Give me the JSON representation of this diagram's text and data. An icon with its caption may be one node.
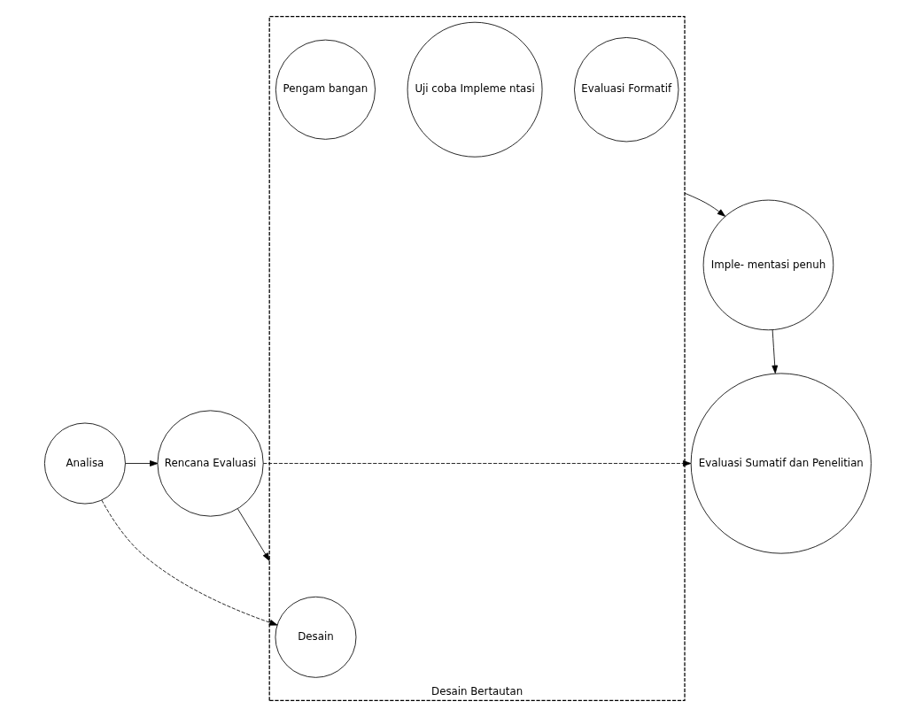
{
  "diagram": {
    "nodes": [
      {
        "text": [
          "Analisa"
        ]
      },
      {
        "text": [
          "Rencana Evaluasi"
        ]
      },
      {
        "text": [
          "Evaluasi Sumatif dan Penelitian"
        ]
      },
      {
        "text": [
          "Desain Bertautan"
        ]
      },
      {
        "text": [
          "Desain"
        ],
        "in": 3
      },
      {
        "text": [
          "Evaluasi Formatif"
        ],
        "in": 3
      },
      {
        "text": [
          "Uji coba Impleme ntasi"
        ],
        "in": 3
      },
      {
        "text": [
          "Pengam bangan"
        ],
        "in": 3
      },
      {
        "text": [
          "Imple- mentasi penuh"
        ]
      }
    ],
    "edges": [
      {
        "from": 0,
        "to": 1,
        "arrow": "to"
      },
      {
        "from": 1,
        "to": 2,
        "arrow": "to",
        "style": "dashed"
      },
      {
        "from": 1,
        "to": 3,
        "arrow": "to"
      },
      {
        "from": 0,
        "to": 4,
        "arrow": "to",
        "style": "dashed"
      },
      {
        "from": 3,
        "to": 8,
        "arrow": "to"
      },
      {
        "from": 8,
        "to": 2,
        "arrow": "to"
      }
    ]
  }
}
